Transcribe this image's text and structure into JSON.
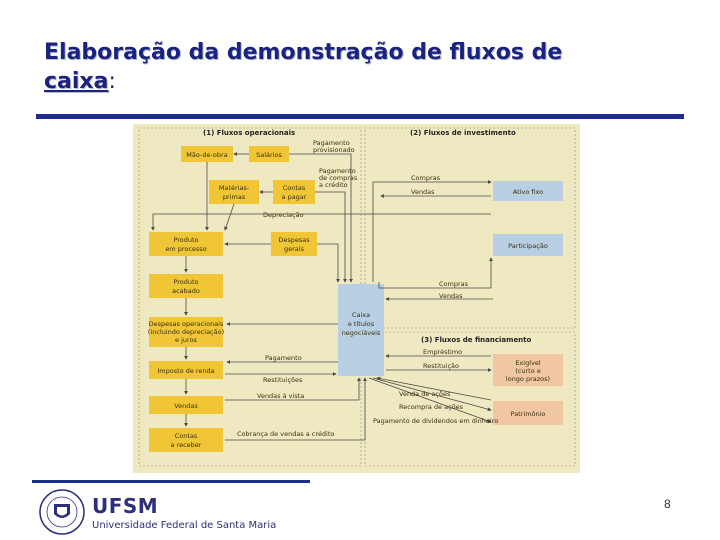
{
  "title": {
    "line1": "Elaboração da demonstração de fluxos de",
    "line2_word": "caixa",
    "line2_suffix": ":"
  },
  "diagram": {
    "sections": {
      "operating": "(1) Fluxos operacionais",
      "investing": "(2) Fluxos de investimento",
      "financing": "(3) Fluxos de financiamento"
    },
    "boxes": {
      "mao_de_obra": "Mão-de-obra",
      "salarios": "Salários",
      "materias_primas": [
        "Matérias-",
        "primas"
      ],
      "contas_a_pagar": [
        "Contas",
        "a pagar"
      ],
      "produto_em_processo": [
        "Produto",
        "em processo"
      ],
      "despesas_gerais": [
        "Despesas",
        "gerais"
      ],
      "produto_acabado": [
        "Produto",
        "acabado"
      ],
      "despesas_operacionais": [
        "Despesas operacionais",
        "(incluindo depreciação)",
        "e juros"
      ],
      "imposto_de_renda": "Imposto de renda",
      "vendas": "Vendas",
      "contas_a_receber": [
        "Contas",
        "a receber"
      ],
      "caixa": [
        "Caixa",
        "e títulos",
        "negociáveis"
      ],
      "ativo_fixo": "Ativo fixo",
      "participacao": "Participação",
      "exigivel": [
        "Exigível",
        "(curto e",
        "longo prazos)"
      ],
      "patrimonio": "Patrimônio"
    },
    "flows": {
      "pagamento_provisionado": [
        "Pagamento",
        "provisionado"
      ],
      "pagamento_compras_credito": [
        "Pagamento",
        "de compras",
        "a crédito"
      ],
      "depreciacao": "Depreciação",
      "compras_1": "Compras",
      "vendas_1": "Vendas",
      "compras_2": "Compras",
      "vendas_2": "Vendas",
      "pagamento": "Pagamento",
      "restituicoes": "Restituições",
      "vendas_a_vista": "Vendas à vista",
      "cobranca": "Cobrança de vendas a crédito",
      "emprestimo": "Empréstimo",
      "restituicao": "Restituição",
      "venda_de_acoes": "Venda de ações",
      "recompra_de_acoes": "Recompra de ações",
      "pagamento_dividendos": "Pagamento de dividendos em dinheiro"
    },
    "colors": {
      "background": "#efe9c2",
      "operating_box": "#f1c636",
      "cash_box": "#b9cfe4",
      "investing_box": "#b9cfe4",
      "financing_box": "#f1c6a2"
    }
  },
  "logo": {
    "name": "UFSM",
    "university": "Universidade Federal de Santa Maria"
  },
  "page_number": "8"
}
